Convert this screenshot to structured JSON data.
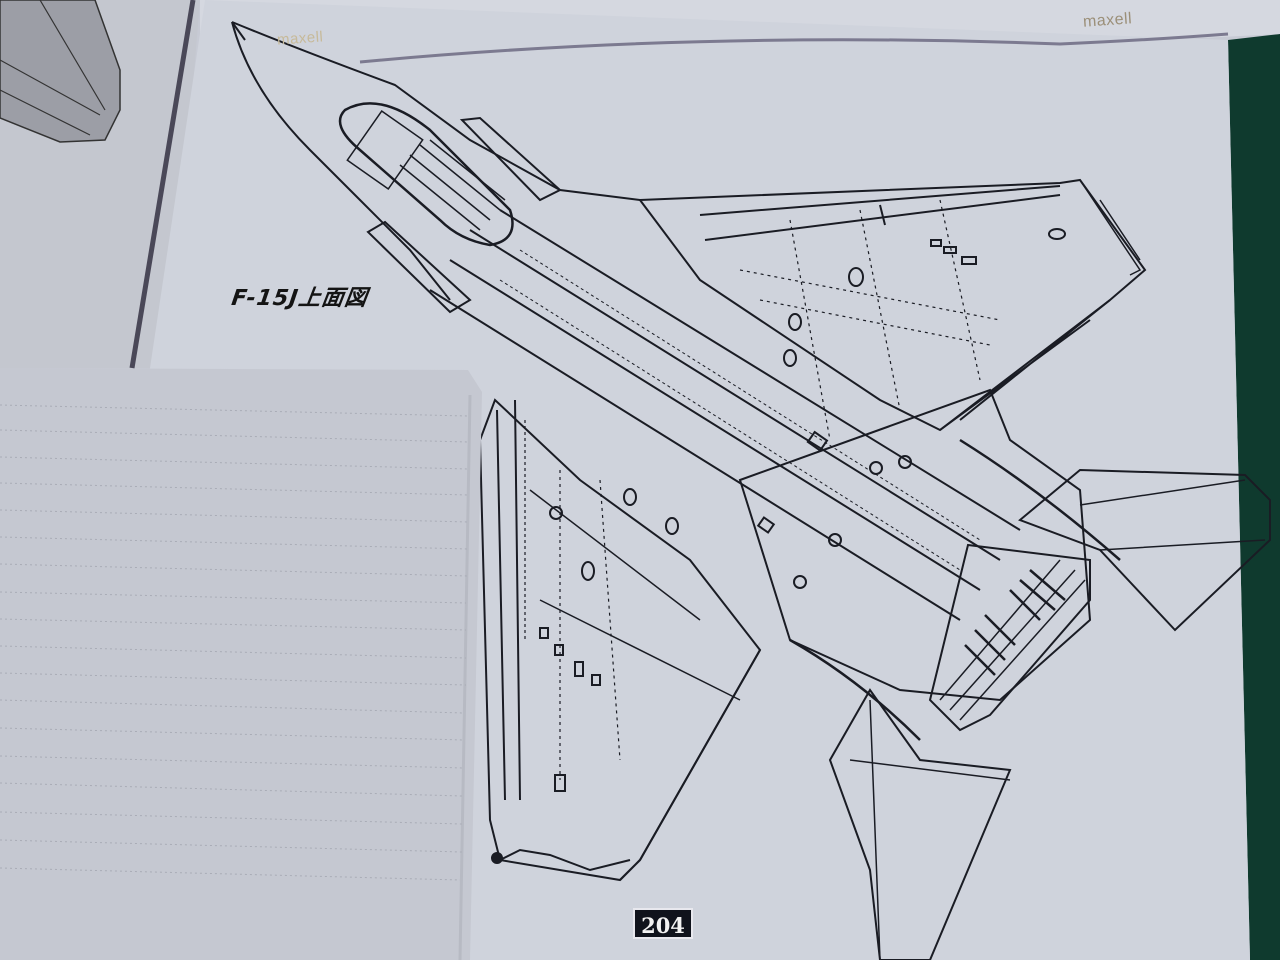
{
  "scene": {
    "description": "Photograph of a printed technical drawing page with a lined notepad overlapping it",
    "background_color": "#0f3a2e",
    "paper_color": "#cfd3dc"
  },
  "drawing": {
    "title": "F-15J上面図",
    "subject": "F-15J aircraft top view line drawing",
    "line_color": "#1a1c24"
  },
  "page": {
    "number": "204"
  },
  "brands": {
    "left_label": "maxell",
    "right_label": "maxell"
  },
  "notepad": {
    "description": "Lined notepad sheet with faint dotted rules",
    "rule_count": 18
  }
}
